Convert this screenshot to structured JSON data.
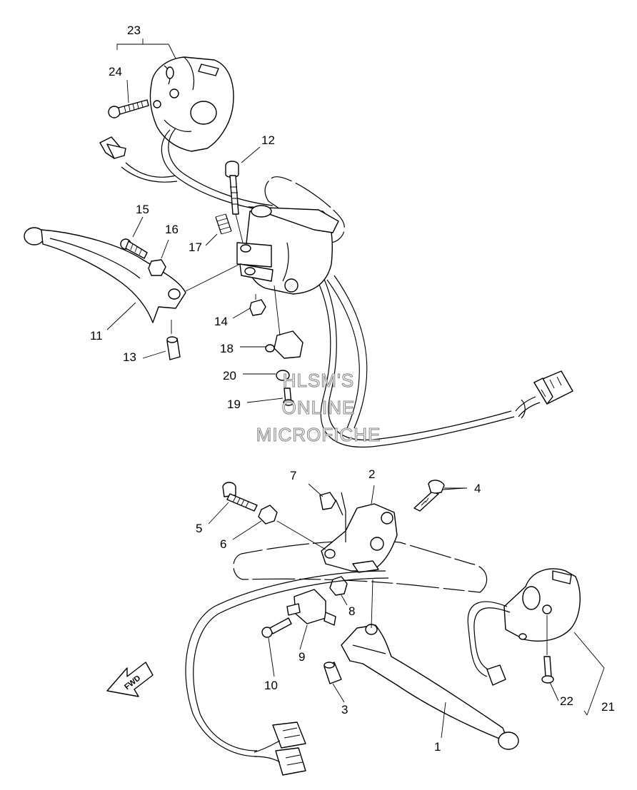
{
  "callouts": {
    "c1": "1",
    "c2": "2",
    "c3": "3",
    "c4": "4",
    "c5": "5",
    "c6": "6",
    "c7": "7",
    "c8": "8",
    "c9": "9",
    "c10": "10",
    "c11": "11",
    "c12": "12",
    "c13": "13",
    "c14": "14",
    "c15": "15",
    "c16": "16",
    "c17": "17",
    "c18": "18",
    "c19": "19",
    "c20": "20",
    "c21": "21",
    "c22": "22",
    "c23": "23",
    "c24": "24"
  },
  "watermark": {
    "line1": "HLSM'S",
    "line2": "ONLINE",
    "line3": "MICROFICHE"
  },
  "direction_arrow": {
    "label": "FWD",
    "icon": "fwd-arrow-icon"
  }
}
